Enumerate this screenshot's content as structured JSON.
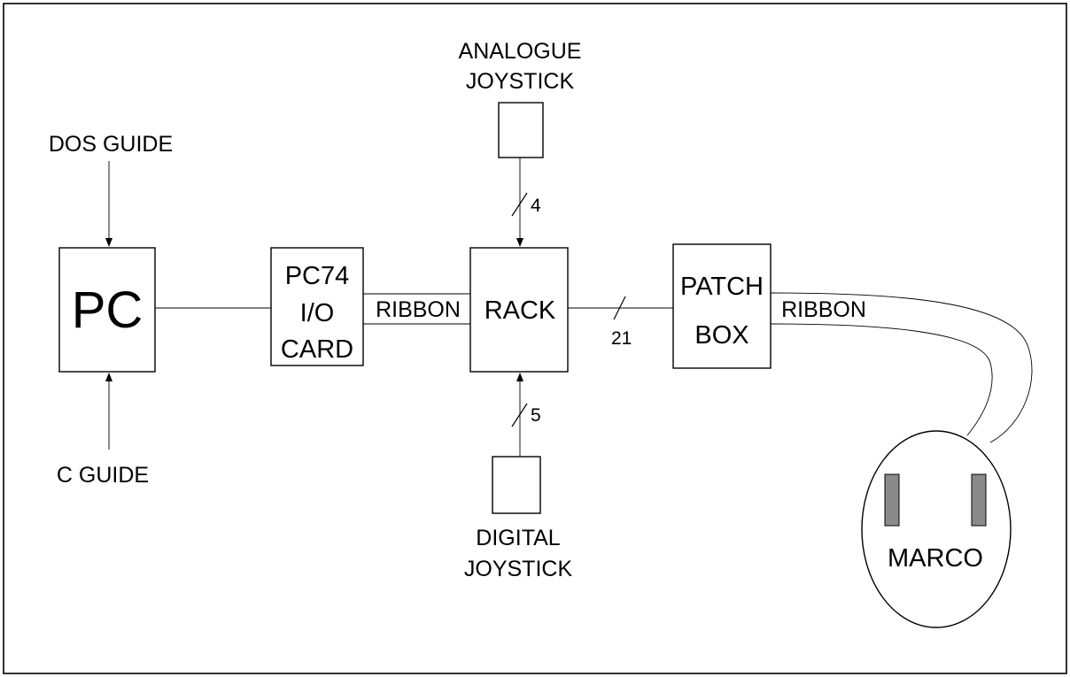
{
  "labels": {
    "dos_guide": "DOS GUIDE",
    "c_guide": "C GUIDE",
    "pc": "PC",
    "io_card": [
      "PC74",
      "I/O",
      "CARD"
    ],
    "ribbon_left": "RIBBON",
    "rack": "RACK",
    "analogue_joystick": [
      "ANALOGUE",
      "JOYSTICK"
    ],
    "digital_joystick": [
      "DIGITAL",
      "JOYSTICK"
    ],
    "patch_box": [
      "PATCH",
      "BOX"
    ],
    "ribbon_right": "RIBBON",
    "marco": "MARCO",
    "bus_analogue": "4",
    "bus_digital": "5",
    "bus_patch": "21"
  },
  "colors": {
    "ink": "#000000",
    "background": "#ffffff",
    "marco_pad": "#8a8a8a"
  }
}
